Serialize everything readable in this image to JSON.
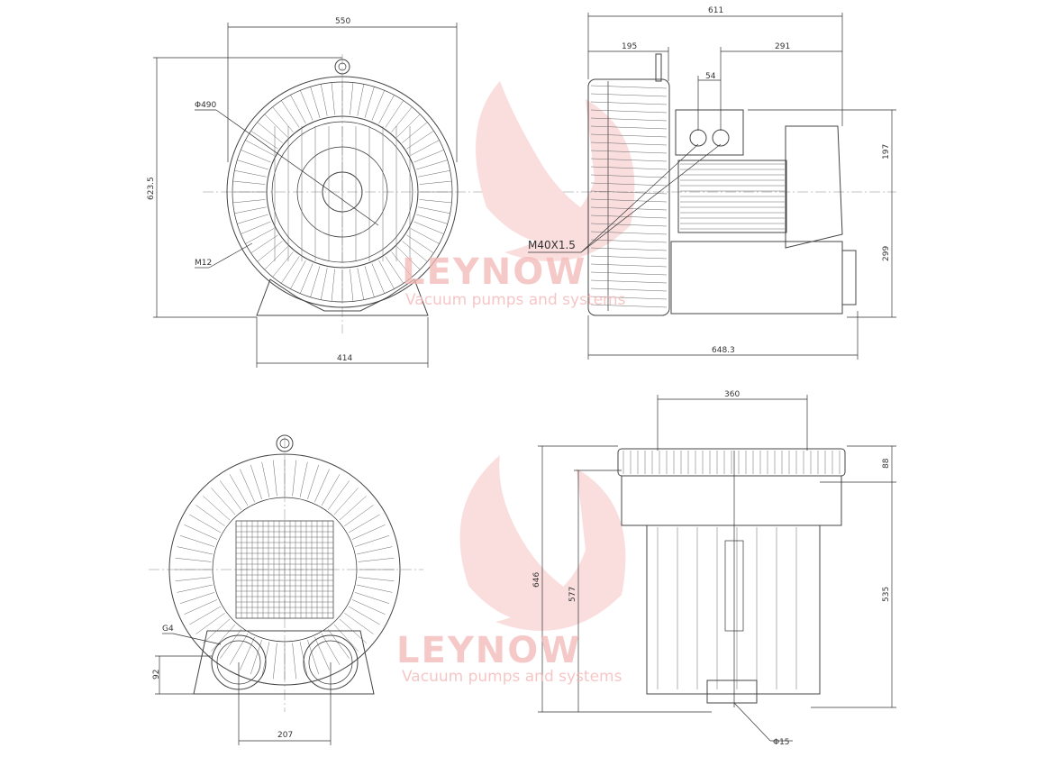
{
  "brand": {
    "name": "LEYNOW",
    "tagline": "Vacuum pumps and systems",
    "watermark_color": "#f4b8b8"
  },
  "views": {
    "front": {
      "width_overall": "550",
      "height_overall": "623.5",
      "housing_diameter": "Φ490",
      "thread": "M12",
      "foot_spacing": "414"
    },
    "side": {
      "length_top": "611",
      "housing_depth": "195",
      "motor_offset": "291",
      "gland_spacing": "54",
      "upper_height": "197",
      "lower_height": "299",
      "cable_gland": "M40X1.5",
      "length_overall": "648.3"
    },
    "rear": {
      "port_thread": "G4",
      "port_height": "92",
      "port_spacing": "207"
    },
    "bottom": {
      "width": "360",
      "flange_height": "88",
      "total_height": "646",
      "body_height": "577",
      "motor_height": "535",
      "hole_diameter": "Φ15"
    }
  }
}
